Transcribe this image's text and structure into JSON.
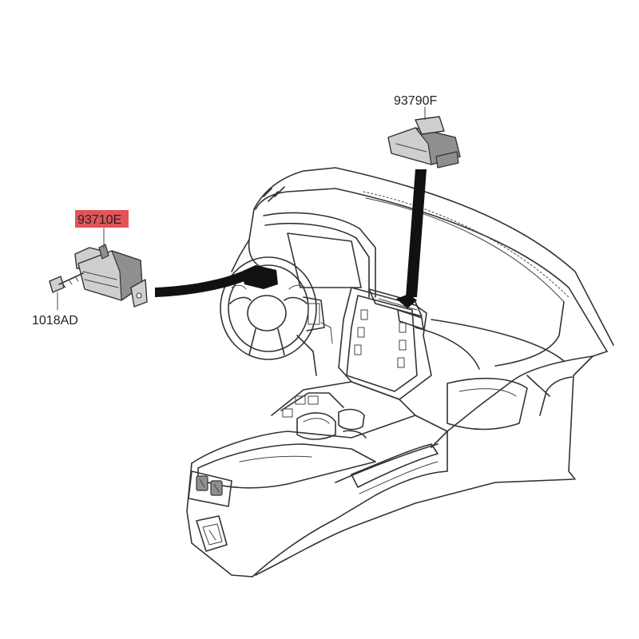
{
  "labels": {
    "module_93710E": "93710E",
    "screw_1018AD": "1018AD",
    "module_93790F": "93790F"
  },
  "colors": {
    "highlight": "#e0545a",
    "line": "#333333",
    "part_fill": "#cfcfcf",
    "leader": "#111111"
  }
}
